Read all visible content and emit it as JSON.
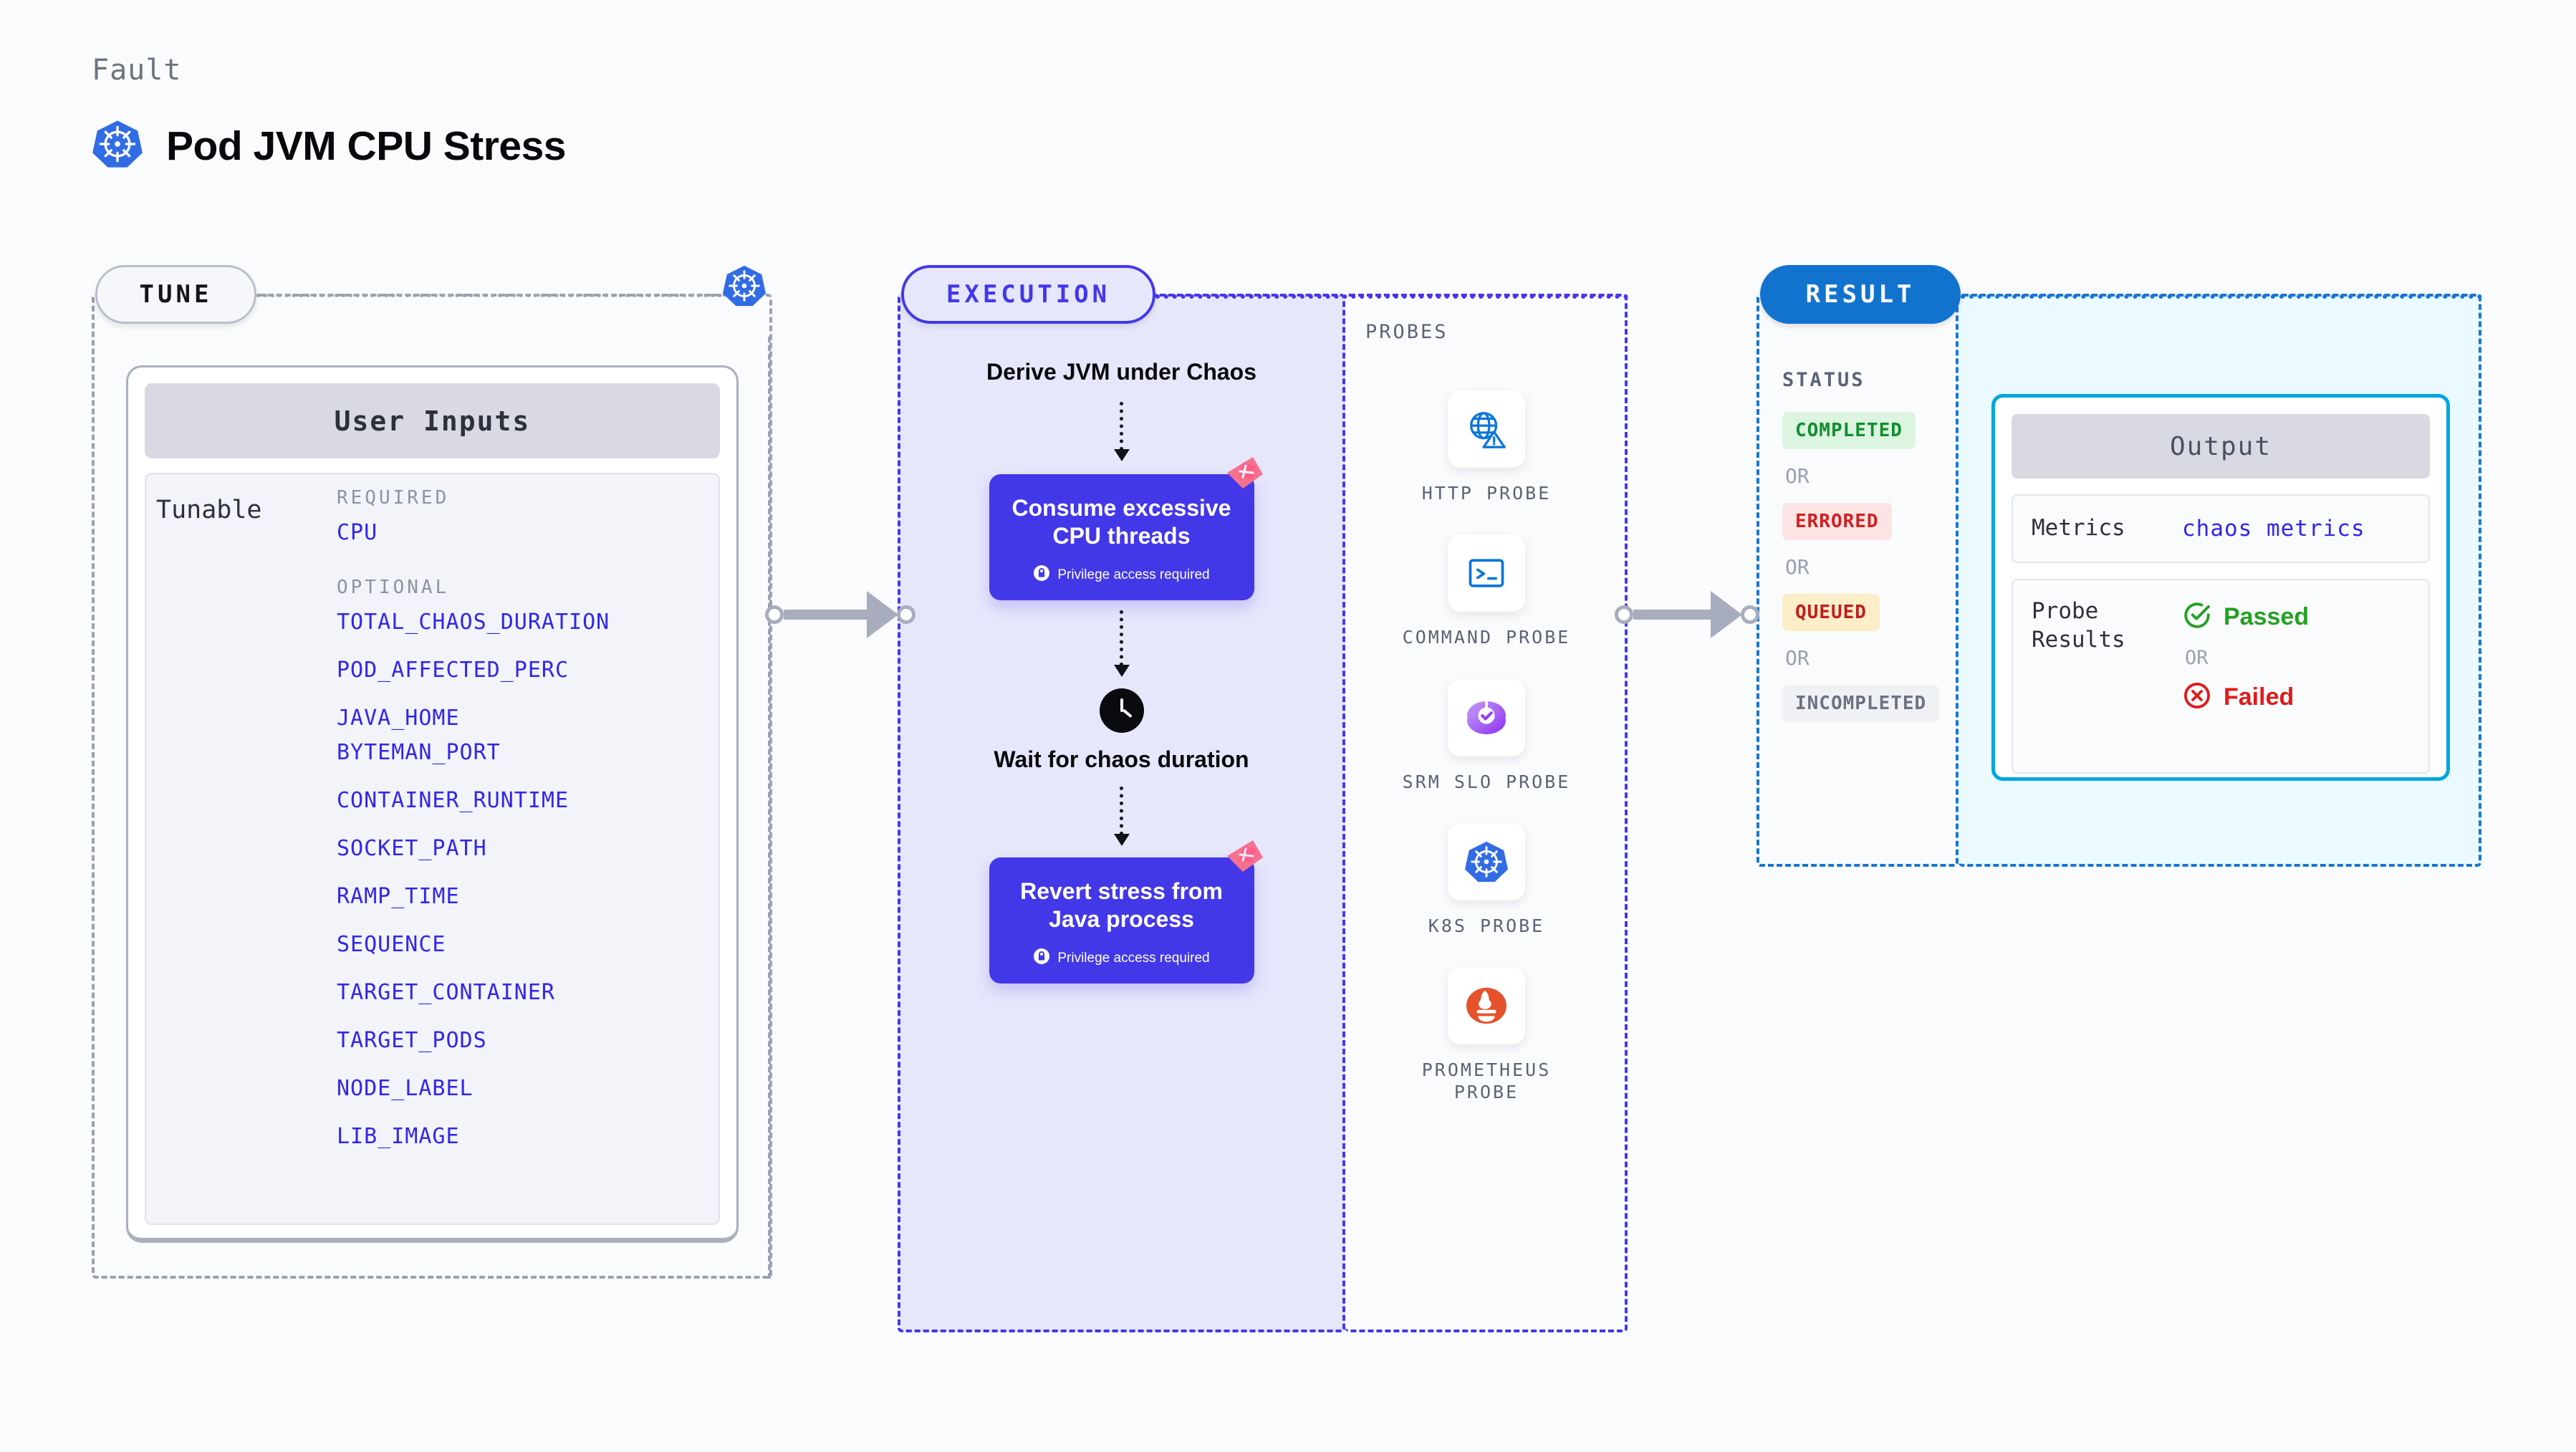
{
  "header": {
    "eyebrow": "Fault",
    "title": "Pod JVM CPU Stress",
    "icon": "kubernetes-icon"
  },
  "phases": {
    "tune": {
      "pill": "TUNE"
    },
    "execution": {
      "pill": "EXECUTION"
    },
    "probes": {
      "label": "PROBES"
    },
    "result": {
      "pill": "RESULT"
    }
  },
  "tune": {
    "card_title": "User Inputs",
    "tunable_label": "Tunable",
    "groups": [
      {
        "heading": "REQUIRED",
        "items": [
          "CPU"
        ]
      },
      {
        "heading": "OPTIONAL",
        "items": [
          "TOTAL_CHAOS_DURATION",
          "POD_AFFECTED_PERC",
          "JAVA_HOME",
          "BYTEMAN_PORT",
          "CONTAINER_RUNTIME",
          "SOCKET_PATH",
          "RAMP_TIME",
          "SEQUENCE",
          "TARGET_CONTAINER",
          "TARGET_PODS",
          "NODE_LABEL",
          "LIB_IMAGE"
        ]
      }
    ]
  },
  "execution": {
    "step_derive": "Derive JVM under Chaos",
    "step_consume": "Consume excessive CPU threads",
    "step_consume_note": "Privilege access required",
    "step_wait": "Wait for chaos duration",
    "step_revert": "Revert stress from Java process",
    "step_revert_note": "Privilege access required",
    "clock_icon": "clock-icon",
    "lock_icon": "lock-icon",
    "badge_icon": "litmus-chaos-badge-icon"
  },
  "probes": [
    {
      "name": "HTTP PROBE",
      "icon": "globe-warning-icon"
    },
    {
      "name": "COMMAND PROBE",
      "icon": "terminal-icon"
    },
    {
      "name": "SRM SLO PROBE",
      "icon": "srm-slo-icon"
    },
    {
      "name": "K8S PROBE",
      "icon": "kubernetes-icon"
    },
    {
      "name": "PROMETHEUS PROBE",
      "icon": "prometheus-icon"
    }
  ],
  "result": {
    "status_label": "STATUS",
    "or_label": "OR",
    "statuses": [
      {
        "label": "COMPLETED",
        "color": "#118e2e",
        "bg": "#dcf5e0"
      },
      {
        "label": "ERRORED",
        "color": "#cc2222",
        "bg": "#fbe4e3"
      },
      {
        "label": "QUEUED",
        "color": "#c01d1d",
        "bg": "#fbeec8"
      },
      {
        "label": "INCOMPLETED",
        "color": "#6b7280",
        "bg": "#f0f1f5"
      }
    ]
  },
  "output": {
    "title": "Output",
    "metrics_key": "Metrics",
    "metrics_value": "chaos metrics",
    "probe_results_key": "Probe Results",
    "passed_label": "Passed",
    "failed_label": "Failed",
    "or_label": "OR",
    "passed_color": "#23a122",
    "failed_color": "#e01b1b",
    "passed_icon": "check-circle-icon",
    "failed_icon": "x-circle-icon"
  },
  "colors": {
    "accent_indigo": "#4338e8",
    "accent_blue": "#1273ce",
    "accent_cyan": "#00a6e0",
    "k8s_blue": "#326ce5",
    "litmus_pink": "#f5728f"
  }
}
